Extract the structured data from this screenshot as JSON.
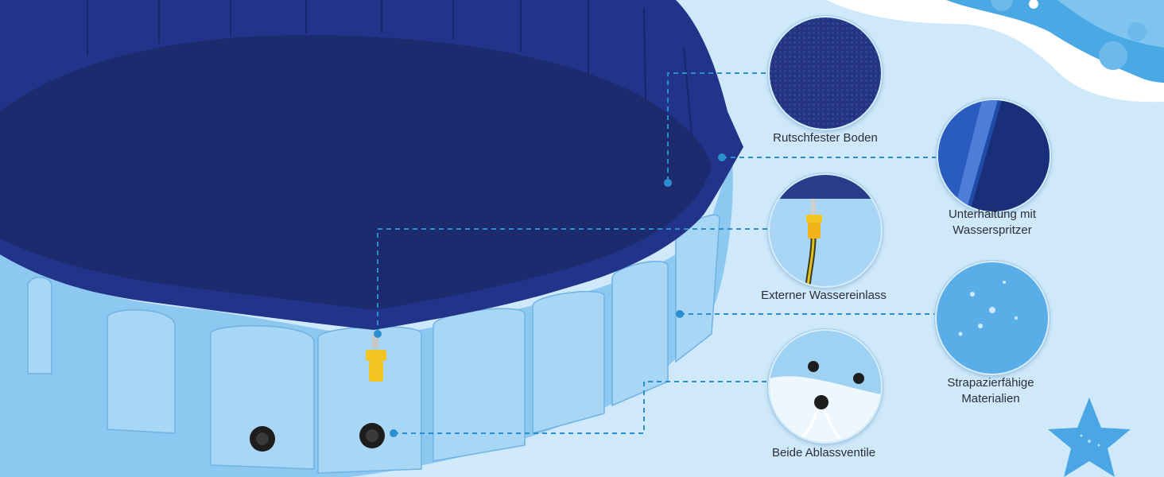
{
  "features": {
    "non_slip_floor": "Rutschfester Boden",
    "water_sprayer_line1": "Unterhaltung mit",
    "water_sprayer_line2": "Wasserspritzer",
    "water_inlet": "Externer Wassereinlass",
    "durable_line1": "Strapazierfähige",
    "durable_line2": "Materialien",
    "drain_valves": "Beide Ablassventile"
  },
  "colors": {
    "background": "#cfe9fb",
    "pool_inner": "#1c2b6e",
    "pool_wall": "#8cc8f0",
    "callout_line": "#2b8fcf"
  }
}
